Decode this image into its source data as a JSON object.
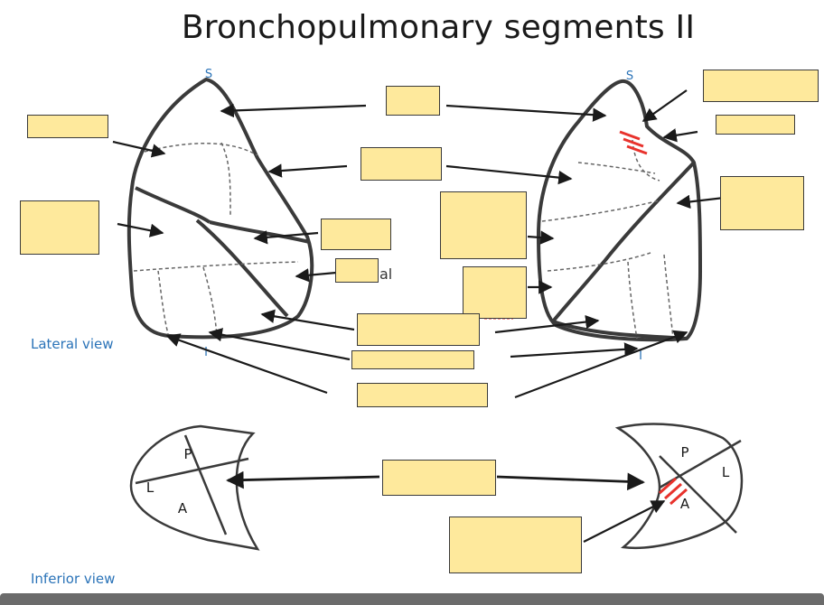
{
  "title": "Bronchopulmonary segments II",
  "labels": {
    "lateral_view": "Lateral view",
    "inferior_view": "Inferior view",
    "superior_mark": "S",
    "inferior_mark": "I",
    "posterior": "P",
    "lateral": "L",
    "anterior": "A",
    "partial_text": "al"
  },
  "colors": {
    "box_fill": "#fee99c",
    "view_label": "#2a73b8",
    "outline": "#3a3a3a",
    "hatch": "#e8322c"
  },
  "answer_boxes": [
    {
      "name": "box-apical"
    },
    {
      "name": "box-posterior"
    },
    {
      "name": "box-anterior"
    },
    {
      "name": "box-lingula"
    },
    {
      "name": "box-superior"
    },
    {
      "name": "box-medial"
    },
    {
      "name": "box-lateral"
    },
    {
      "name": "box-anterior-basal"
    },
    {
      "name": "box-lateral-basal"
    },
    {
      "name": "box-posterior-basal"
    },
    {
      "name": "box-medial-basal"
    },
    {
      "name": "box-hilum"
    },
    {
      "name": "box-fissure"
    },
    {
      "name": "box-right-superior"
    },
    {
      "name": "box-right-middle"
    },
    {
      "name": "box-bottom-center"
    },
    {
      "name": "box-bottom-right"
    }
  ]
}
